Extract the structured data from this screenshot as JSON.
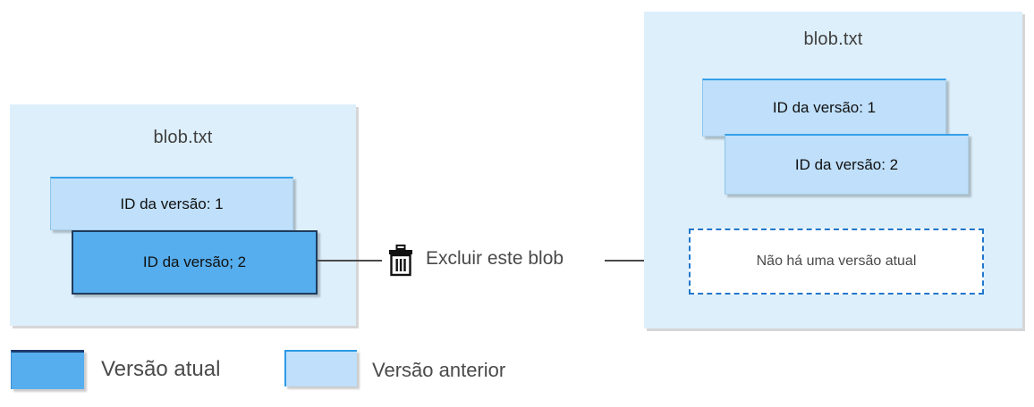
{
  "diagram": {
    "title_left": "blob.txt",
    "title_right": "blob.txt",
    "left_panel": {
      "name": "blob.txt",
      "versions": [
        {
          "label": "ID da versão: 1",
          "state": "previous"
        },
        {
          "label": "ID da versão; 2",
          "state": "current"
        }
      ]
    },
    "right_panel": {
      "name": "blob.txt",
      "versions": [
        {
          "label": "ID da versão: 1",
          "state": "previous"
        },
        {
          "label": "ID da versão: 2",
          "state": "previous"
        }
      ],
      "empty_state": "Não há uma versão atual"
    },
    "action": {
      "icon": "trash-icon",
      "label": "Excluir este blob"
    },
    "legend": [
      {
        "label": "Versão atual",
        "color": "#56aeee"
      },
      {
        "label": "Versão anterior",
        "color": "#bfdffa"
      }
    ],
    "colors": {
      "panel_background": "#ddeffb",
      "current_version": "#56aeee",
      "previous_version": "#bfdffa",
      "dashed_border": "#2277cc",
      "connector": "#4a4a4a"
    }
  }
}
